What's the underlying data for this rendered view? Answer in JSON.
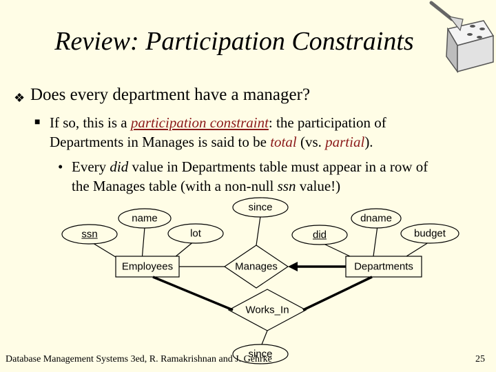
{
  "slide": {
    "title": "Review: Participation Constraints",
    "bullet1": "Does every department have a manager?",
    "bullet2": {
      "prefix": "If so, this is a ",
      "term": "participation constraint",
      "mid": ":  the participation of",
      "line2_a": "Departments in Manages is said to be ",
      "total": "total",
      "line2_b": " (vs. ",
      "partial": "partial",
      "line2_c": ")."
    },
    "bullet3": {
      "a": "Every ",
      "did": "did",
      "b": " value in Departments table must appear in a row of",
      "line2_a": "the Manages table (with a non-null ",
      "ssn": "ssn",
      "line2_b": " value!)"
    }
  },
  "diagram": {
    "name": "name",
    "ssn": "ssn",
    "lot": "lot",
    "employees": "Employees",
    "since_top": "since",
    "manages": "Manages",
    "dname": "dname",
    "did": "did",
    "budget": "budget",
    "departments": "Departments",
    "works_in": "Works_In",
    "since_bottom": "since"
  },
  "footer": {
    "credit": "Database Management Systems 3ed,  R. Ramakrishnan and J. Gehrke",
    "page": "25"
  },
  "colors": {
    "background": "#fffde6",
    "term": "#8b1a1a"
  },
  "icons": {
    "title_graphic": "cube-with-trowel-icon"
  }
}
